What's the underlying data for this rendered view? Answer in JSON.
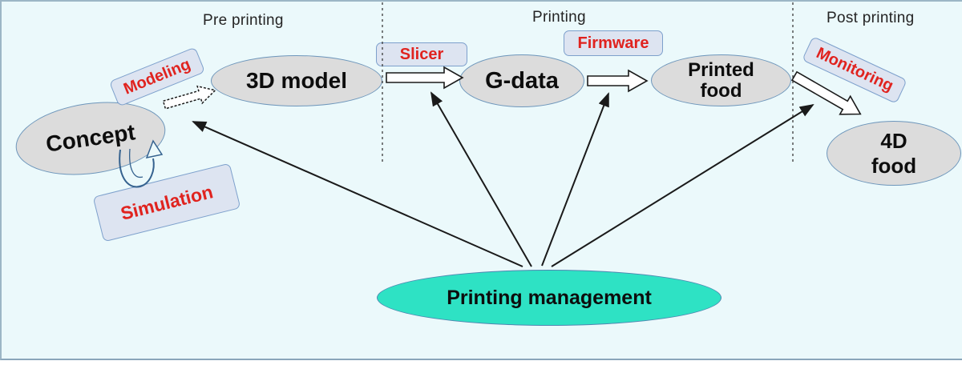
{
  "sections": {
    "pre": "Pre printing",
    "printing": "Printing",
    "post": "Post printing"
  },
  "nodes": {
    "concept": "Concept",
    "model_3d": "3D model",
    "g_data": "G-data",
    "printed_food": "Printed\nfood",
    "food_4d": "4D\nfood",
    "management": "Printing management"
  },
  "labels": {
    "modeling": "Modeling",
    "simulation": "Simulation",
    "slicer": "Slicer",
    "firmware": "Firmware",
    "monitoring": "Monitoring"
  },
  "colors": {
    "background": "#ebf9fb",
    "node_fill": "#dcdcdc",
    "node_stroke": "#6d96bb",
    "label_fill": "#dde4f1",
    "label_stroke": "#7da0cc",
    "label_text": "#e0231f",
    "management_fill": "#2ee2c4",
    "arrow": "#1a1a1a"
  }
}
